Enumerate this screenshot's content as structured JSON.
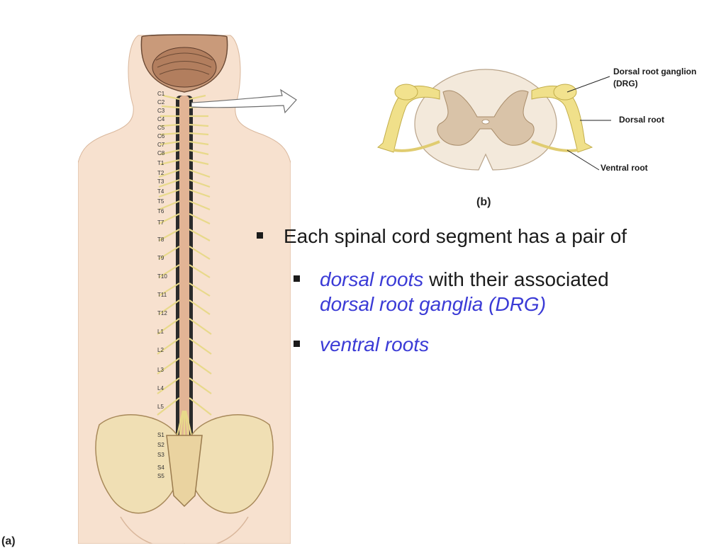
{
  "figure_a": {
    "caption": "(a)",
    "segments": [
      "C1",
      "C2",
      "C3",
      "C4",
      "C5",
      "C6",
      "C7",
      "C8",
      "T1",
      "T2",
      "T3",
      "T4",
      "T5",
      "T6",
      "T7",
      "T8",
      "T9",
      "T10",
      "T11",
      "T12",
      "L1",
      "L2",
      "L3",
      "L4",
      "L5",
      "S1",
      "S2",
      "S3",
      "S4",
      "S5"
    ]
  },
  "figure_b": {
    "caption": "(b)",
    "labels": {
      "drg_line1": "Dorsal root ganglion",
      "drg_line2": "(DRG)",
      "dorsal_root": "Dorsal root",
      "ventral_root": "Ventral root"
    }
  },
  "bullets": {
    "main": "Each spinal cord segment has a pair of",
    "sub1_italic": "dorsal roots",
    "sub1_text": " with their associated ",
    "sub1_italic2": "dorsal root ganglia (DRG)",
    "sub2_italic": "ventral roots"
  },
  "colors": {
    "accent": "#3b3bd6",
    "nerve": "#e8d98a",
    "grey_matter": "#d9c3a8",
    "skin": "#f5dcc6",
    "bone": "#f0dfb4"
  }
}
